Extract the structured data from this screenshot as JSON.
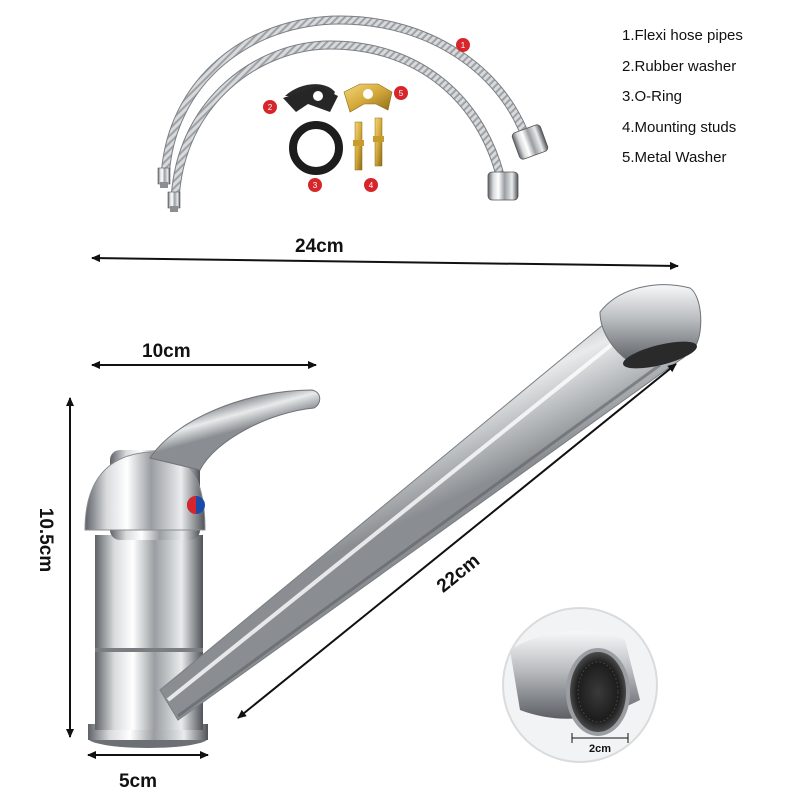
{
  "legend": {
    "items": [
      "1.Flexi hose pipes",
      "2.Rubber washer",
      "3.O-Ring",
      "4.Mounting studs",
      "5.Metal Washer"
    ]
  },
  "badges": {
    "hose": "1",
    "rubber_washer": "2",
    "o_ring": "3",
    "studs": "4",
    "metal_washer": "5"
  },
  "dimensions": {
    "overall_width": "24cm",
    "handle_length": "10cm",
    "height": "10.5cm",
    "spout_length": "22cm",
    "base_diameter": "5cm",
    "aerator_diameter": "2cm"
  },
  "colors": {
    "badge": "#d6262b",
    "chrome_dark": "#6f7378",
    "chrome_light": "#f4f5f6",
    "brass": "#d4a93a"
  }
}
